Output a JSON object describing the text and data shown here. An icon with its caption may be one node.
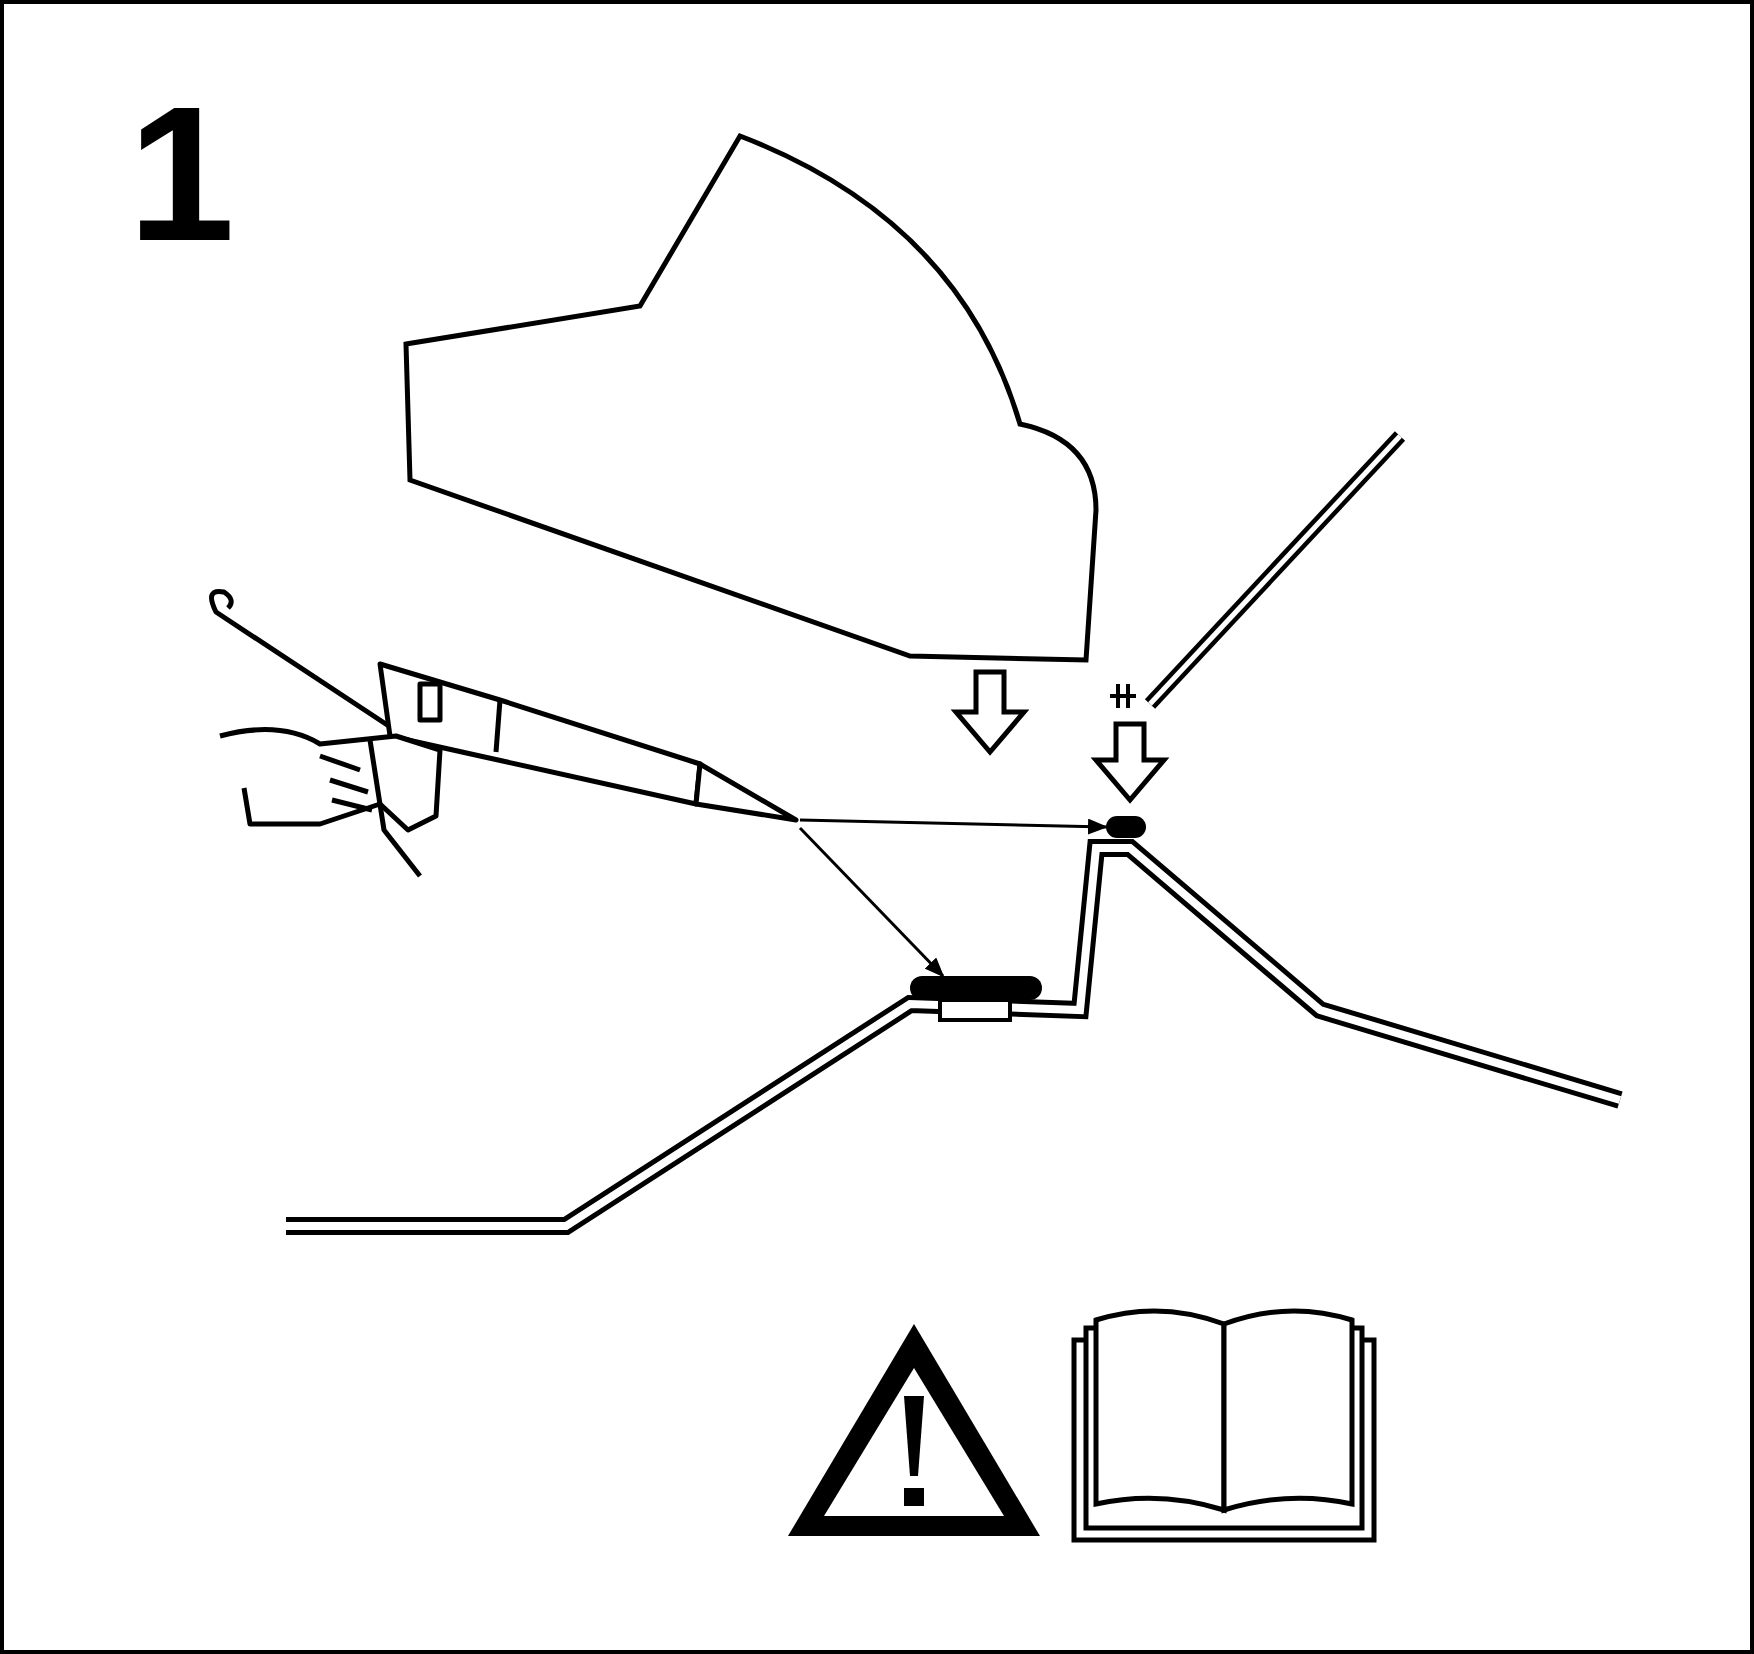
{
  "diagram": {
    "nodes": [
      {
        "text": [],
        "shape": "picture"
      },
      {
        "text": [],
        "shape": "bar"
      },
      {
        "text": [],
        "shape": "bar"
      }
    ],
    "edges": [
      {
        "from": 0,
        "to": 2,
        "arrow": "to"
      },
      {
        "from": 0,
        "to": 1,
        "arrow": "to"
      }
    ],
    "labels": [
      "1"
    ]
  }
}
